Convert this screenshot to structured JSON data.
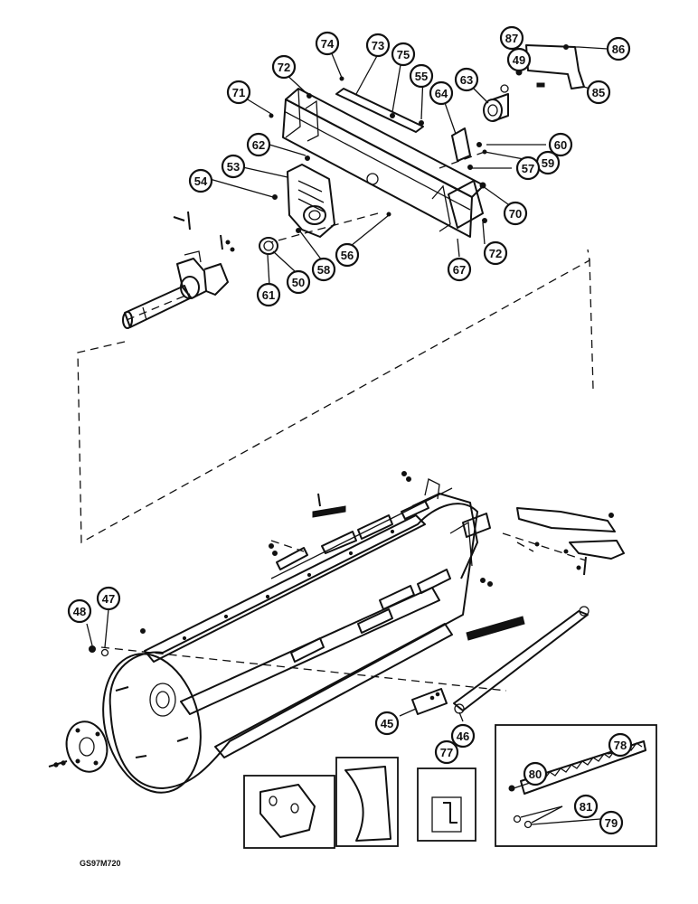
{
  "figure_code": "GS97M720",
  "callouts": [
    {
      "id": "c74",
      "label": "74"
    },
    {
      "id": "c73",
      "label": "73"
    },
    {
      "id": "c75",
      "label": "75"
    },
    {
      "id": "c55",
      "label": "55"
    },
    {
      "id": "c72a",
      "label": "72"
    },
    {
      "id": "c71",
      "label": "71"
    },
    {
      "id": "c64",
      "label": "64"
    },
    {
      "id": "c63",
      "label": "63"
    },
    {
      "id": "c49",
      "label": "49"
    },
    {
      "id": "c87",
      "label": "87"
    },
    {
      "id": "c86",
      "label": "86"
    },
    {
      "id": "c85",
      "label": "85"
    },
    {
      "id": "c62",
      "label": "62"
    },
    {
      "id": "c60",
      "label": "60"
    },
    {
      "id": "c59",
      "label": "59"
    },
    {
      "id": "c53",
      "label": "53"
    },
    {
      "id": "c54",
      "label": "54"
    },
    {
      "id": "c57",
      "label": "57"
    },
    {
      "id": "c70",
      "label": "70"
    },
    {
      "id": "c72b",
      "label": "72"
    },
    {
      "id": "c56",
      "label": "56"
    },
    {
      "id": "c58",
      "label": "58"
    },
    {
      "id": "c67",
      "label": "67"
    },
    {
      "id": "c61",
      "label": "61"
    },
    {
      "id": "c50",
      "label": "50"
    },
    {
      "id": "c48",
      "label": "48"
    },
    {
      "id": "c47",
      "label": "47"
    },
    {
      "id": "c45",
      "label": "45"
    },
    {
      "id": "c46",
      "label": "46"
    },
    {
      "id": "c77",
      "label": "77"
    },
    {
      "id": "c78",
      "label": "78"
    },
    {
      "id": "c80",
      "label": "80"
    },
    {
      "id": "c81",
      "label": "81"
    },
    {
      "id": "c79",
      "label": "79"
    }
  ]
}
